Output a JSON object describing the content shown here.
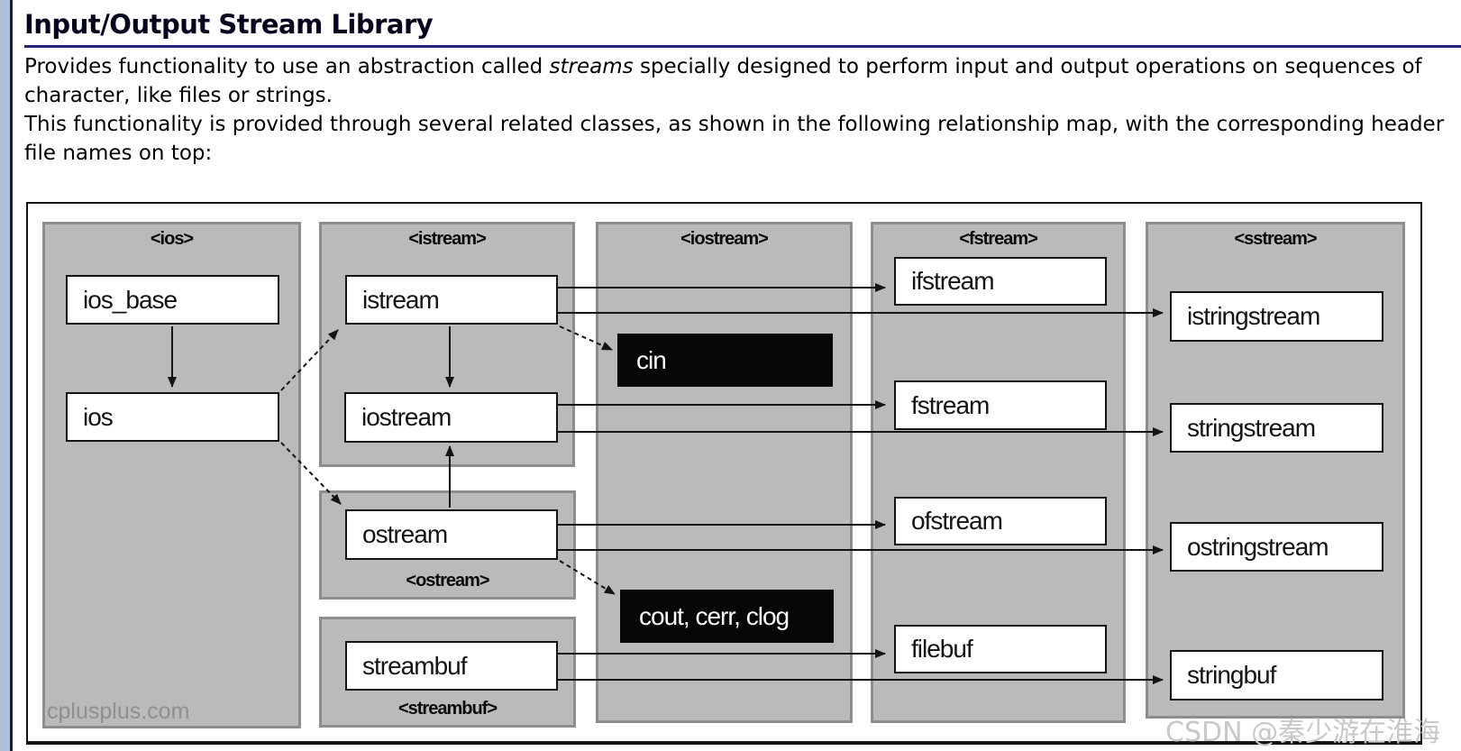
{
  "page": {
    "title": "Input/Output Stream Library",
    "paragraph1": {
      "before_italic": "Provides functionality to use an abstraction called ",
      "italic": "streams",
      "after_italic": " specially designed to perform input and output operations on sequences of character, like files or strings."
    },
    "paragraph2": "This functionality is provided through several related classes, as shown in the following relationship map, with the corresponding header file names on top:"
  },
  "diagram": {
    "headers": {
      "ios": "<ios>",
      "istream": "<istream>",
      "iostream": "<iostream>",
      "fstream": "<fstream>",
      "sstream": "<sstream>",
      "ostream": "<ostream>",
      "streambuf": "<streambuf>"
    },
    "classes": {
      "ios_base": "ios_base",
      "ios": "ios",
      "istream": "istream",
      "iostream": "iostream",
      "ostream": "ostream",
      "streambuf": "streambuf",
      "ifstream": "ifstream",
      "fstream": "fstream",
      "ofstream": "ofstream",
      "filebuf": "filebuf",
      "istringstream": "istringstream",
      "stringstream": "stringstream",
      "ostringstream": "ostringstream",
      "stringbuf": "stringbuf"
    },
    "objects": {
      "cin": "cin",
      "cout_cerr_clog": "cout, cerr, clog"
    },
    "watermarks": {
      "bottom_left": "cplusplus.com",
      "bottom_right": "CSDN @秦少游在淮海"
    }
  },
  "colors": {
    "column_fill": "#bababa",
    "column_border": "#8d8d8d",
    "box_border": "#141414",
    "black_box_fill": "#060606",
    "title_underline": "#23237d",
    "left_strip": "#abc0d9",
    "left_strip_line": "#1b1b31",
    "watermark_left_color": "#8f8f8f",
    "watermark_right_color": "#c8c8c8"
  }
}
